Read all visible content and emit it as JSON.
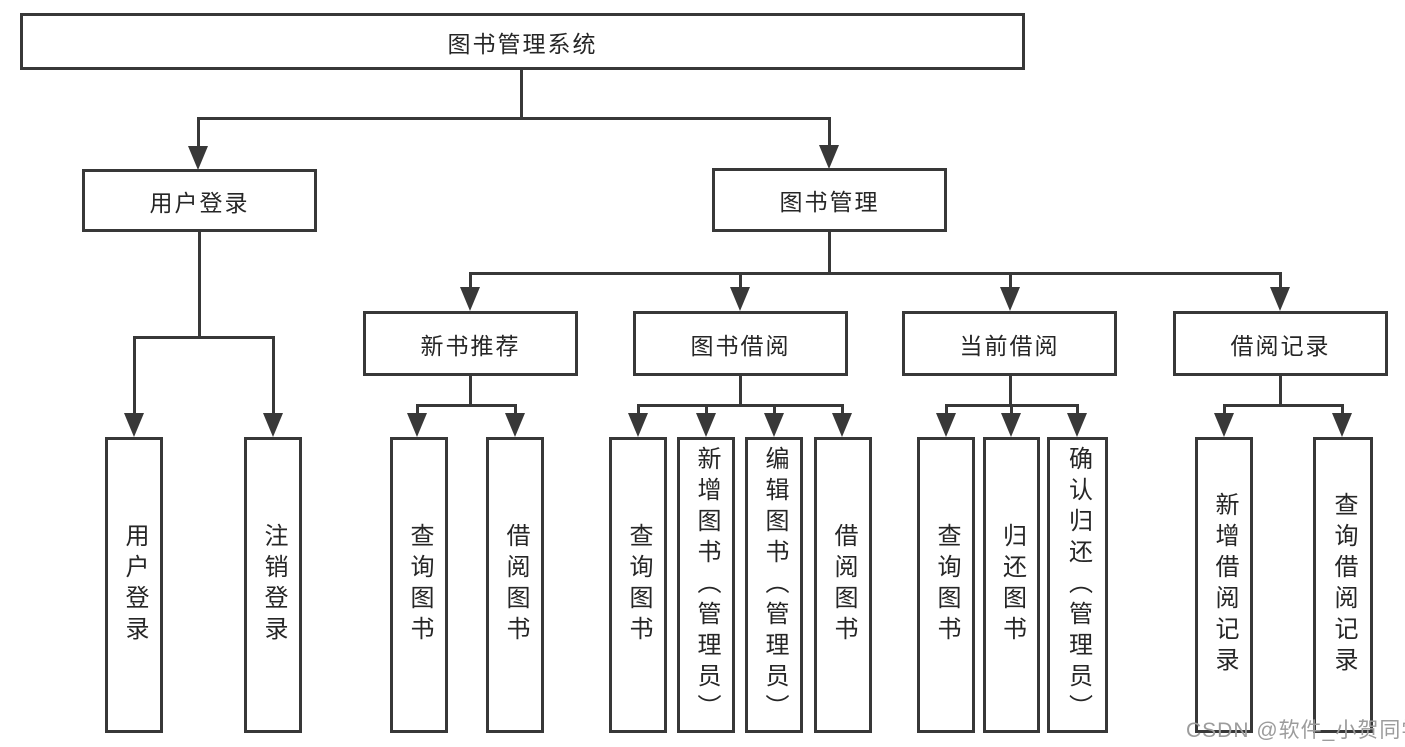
{
  "diagram": {
    "tree": {
      "label": "图书管理系统",
      "children": [
        {
          "label": "用户登录",
          "children": [
            {
              "label": "用户登录"
            },
            {
              "label": "注销登录"
            }
          ]
        },
        {
          "label": "图书管理",
          "children": [
            {
              "label": "新书推荐",
              "children": [
                {
                  "label": "查询图书"
                },
                {
                  "label": "借阅图书"
                }
              ]
            },
            {
              "label": "图书借阅",
              "children": [
                {
                  "label": "查询图书"
                },
                {
                  "label": "新增图书（管理员）"
                },
                {
                  "label": "编辑图书（管理员）"
                },
                {
                  "label": "借阅图书"
                }
              ]
            },
            {
              "label": "当前借阅",
              "children": [
                {
                  "label": "查询图书"
                },
                {
                  "label": "归还图书"
                },
                {
                  "label": "确认归还（管理员）"
                }
              ]
            },
            {
              "label": "借阅记录",
              "children": [
                {
                  "label": "新增借阅记录"
                },
                {
                  "label": "查询借阅记录"
                }
              ]
            }
          ]
        }
      ]
    }
  },
  "watermark": {
    "text": "CSDN @软件_小贺同学"
  },
  "colors": {
    "line": "#383838",
    "text": "#262626",
    "box_background": "#ffffff",
    "watermark": "#9c9c9c"
  }
}
